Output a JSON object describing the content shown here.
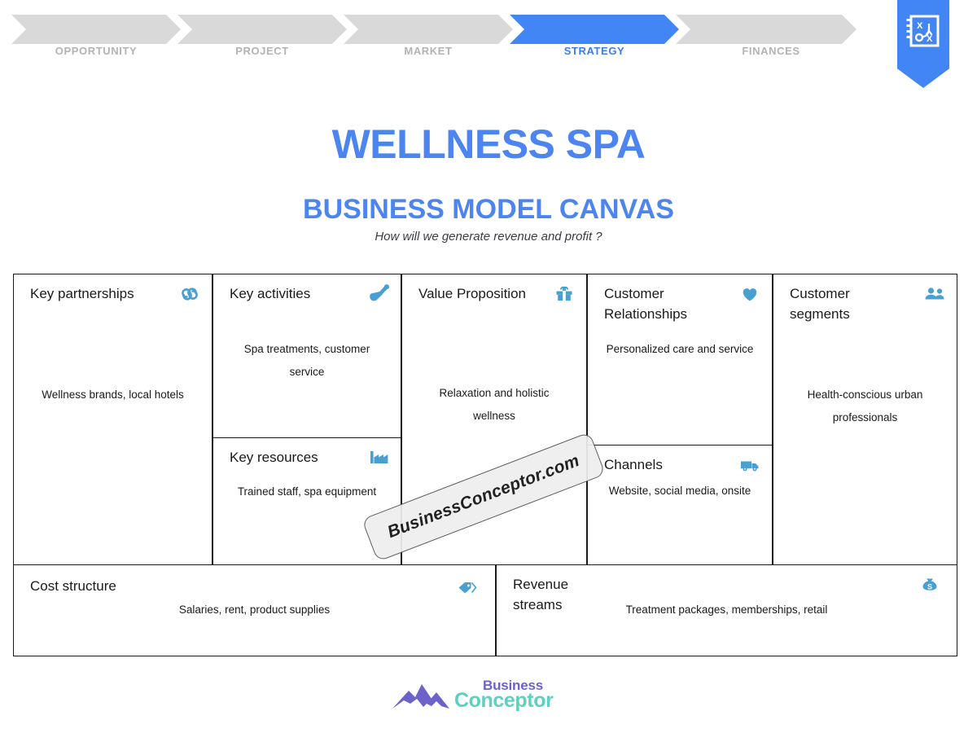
{
  "nav": {
    "steps": [
      {
        "label": "OPPORTUNITY",
        "active": false
      },
      {
        "label": "PROJECT",
        "active": false
      },
      {
        "label": "MARKET",
        "active": false
      },
      {
        "label": "STRATEGY",
        "active": true
      },
      {
        "label": "FINANCES",
        "active": false
      }
    ],
    "active_color": "#4285f4",
    "inactive_color": "#d9d9d9",
    "banner_icon": "strategy-playbook-icon"
  },
  "header": {
    "title": "WELLNESS SPA",
    "subtitle": "BUSINESS MODEL CANVAS",
    "question": "How will we generate revenue and profit ?",
    "title_color": "#4d85f0"
  },
  "canvas": {
    "key_partnerships": {
      "title": "Key partnerships",
      "body": "Wellness brands, local hotels",
      "icon": "chain-link-icon"
    },
    "key_activities": {
      "title": "Key activities",
      "body": "Spa treatments, customer service",
      "icon": "shovel-icon"
    },
    "key_resources": {
      "title": "Key resources",
      "body": "Trained staff, spa equipment",
      "icon": "factory-icon"
    },
    "value_proposition": {
      "title": "Value Proposition",
      "body": "Relaxation and holistic wellness",
      "icon": "gift-icon"
    },
    "customer_relationships": {
      "title": "Customer Relationships",
      "body": "Personalized care and service",
      "icon": "heart-icon"
    },
    "channels": {
      "title": "Channels",
      "body": "Website, social media, onsite",
      "icon": "truck-icon"
    },
    "customer_segments": {
      "title": "Customer segments",
      "body": "Health-conscious urban professionals",
      "icon": "people-icon"
    },
    "cost_structure": {
      "title": "Cost structure",
      "body": "Salaries, rent, product supplies",
      "icon": "price-tag-icon"
    },
    "revenue_streams": {
      "title": "Revenue streams",
      "body": "Treatment packages, memberships, retail",
      "icon": "money-bag-icon"
    },
    "icon_color": "#4a9fd1"
  },
  "watermark": {
    "text": "BusinessConceptor.com"
  },
  "footer": {
    "logo_line1": "Business",
    "logo_line2": "Conceptor",
    "logo_line1_color": "#6b63c9",
    "logo_line2_color": "#5ecfc0",
    "logo_mark": "mountains-icon"
  }
}
